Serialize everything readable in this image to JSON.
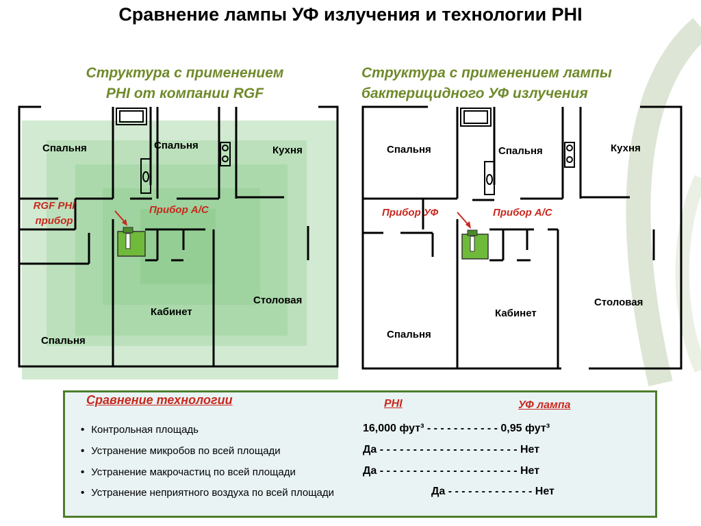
{
  "title": "Сравнение лампы УФ излучения и технологии PHI",
  "left_plan": {
    "subtitle_line1": "Структура с применением",
    "subtitle_line2": "PHI от компании RGF",
    "rooms": {
      "bedroom_top_left": "Спальня",
      "bedroom_top_mid": "Спальня",
      "kitchen": "Кухня",
      "office": "Кабинет",
      "dining": "Столовая",
      "bedroom_bottom": "Спальня"
    },
    "device_line1": "RGF PHI",
    "device_line2": "прибор",
    "ac_label": "Прибор A/C"
  },
  "right_plan": {
    "subtitle_line1": "Структура с применением лампы",
    "subtitle_line2": "бактерицидного УФ излучения",
    "rooms": {
      "bedroom_top_left": "Спальня",
      "bedroom_top_mid": "Спальня",
      "kitchen": "Кухня",
      "office": "Кабинет",
      "dining": "Столовая",
      "bedroom_bottom": "Спальня"
    },
    "device_label": "Прибор УФ",
    "ac_label": "Прибор A/C"
  },
  "comparison": {
    "heading": "Сравнение технологии",
    "col_phi": "PHI",
    "col_uv": "УФ лампа",
    "rows": [
      {
        "label": "Контрольная площадь",
        "value": "16,000 фут³   - - - - - - - - - - -  0,95 фут³"
      },
      {
        "label": "Устранение микробов по всей площади",
        "value": "Да - - - - - - - - - - - - - - - - - - - - - Нет"
      },
      {
        "label": "Устранение макрочастиц по всей площади",
        "value": "Да - - - - - - - - - - - - - - - - - - - - - Нет"
      },
      {
        "label": "Устранение неприятного воздуха по всей площади",
        "value": "Да - - - - - - - - - - - - - Нет"
      }
    ]
  },
  "colors": {
    "title": "#000000",
    "subtitle": "#6f8a2a",
    "red": "#c8281e",
    "zone_green": "#7cc47c",
    "unit_green": "#6fba3a",
    "box_border": "#4e7d2b",
    "box_bg": "#e9f3f4"
  },
  "icons": [
    "arrow-icon",
    "ac-unit-icon",
    "stove-icon",
    "sink-icon",
    "bathtub-icon"
  ]
}
